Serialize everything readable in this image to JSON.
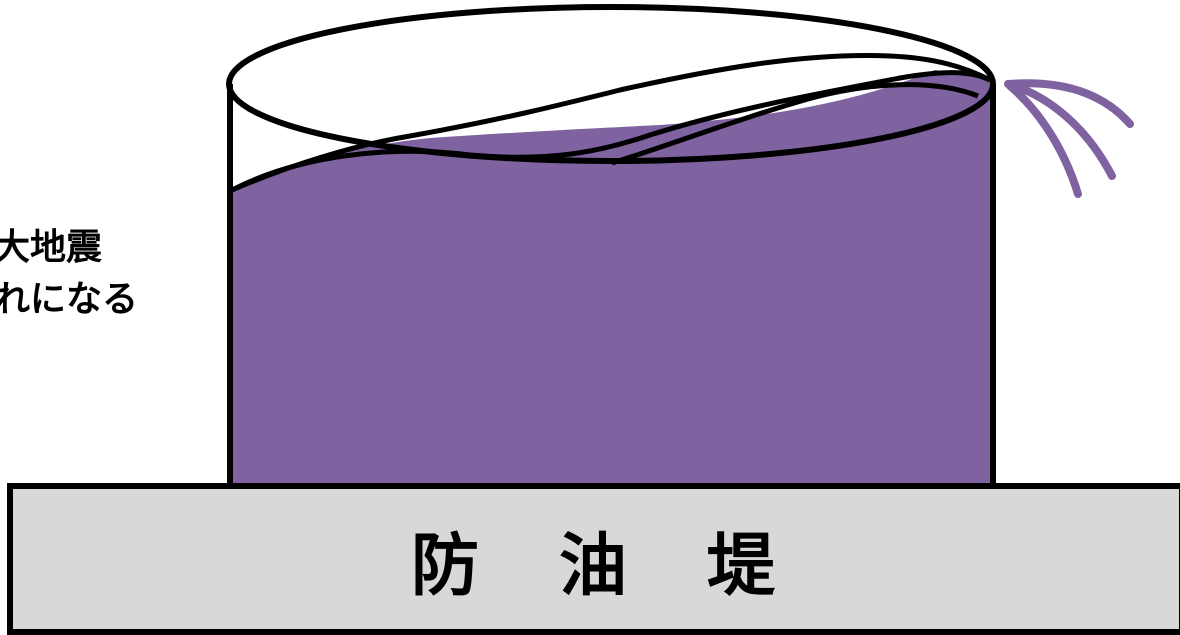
{
  "caption": {
    "line1": "大地震",
    "line2": "れになる"
  },
  "dike": {
    "label": "防　油　堤"
  },
  "colors": {
    "oil": "#7f62a0",
    "dike_fill": "#d8d8d8",
    "outline": "#000000",
    "background": "#ffffff"
  }
}
